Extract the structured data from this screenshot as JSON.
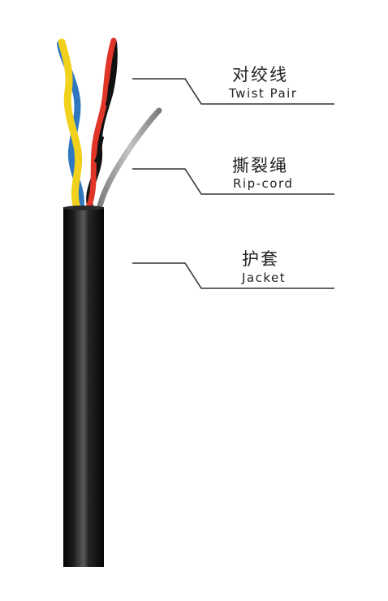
{
  "labels": [
    {
      "cn": "对绞线",
      "en": "Twist Pair"
    },
    {
      "cn": "撕裂绳",
      "en": "Rip-cord"
    },
    {
      "cn": "护套",
      "en": "Jacket"
    }
  ],
  "colors": {
    "background": "#ffffff",
    "jacket": "#1a1a1a",
    "wire_yellow": "#f2d11c",
    "wire_blue": "#2f78c0",
    "wire_red": "#e0362a",
    "wire_black": "#111111",
    "rip_cord": "#9a9a9a",
    "leader_line": "#333333",
    "text": "#222222"
  }
}
